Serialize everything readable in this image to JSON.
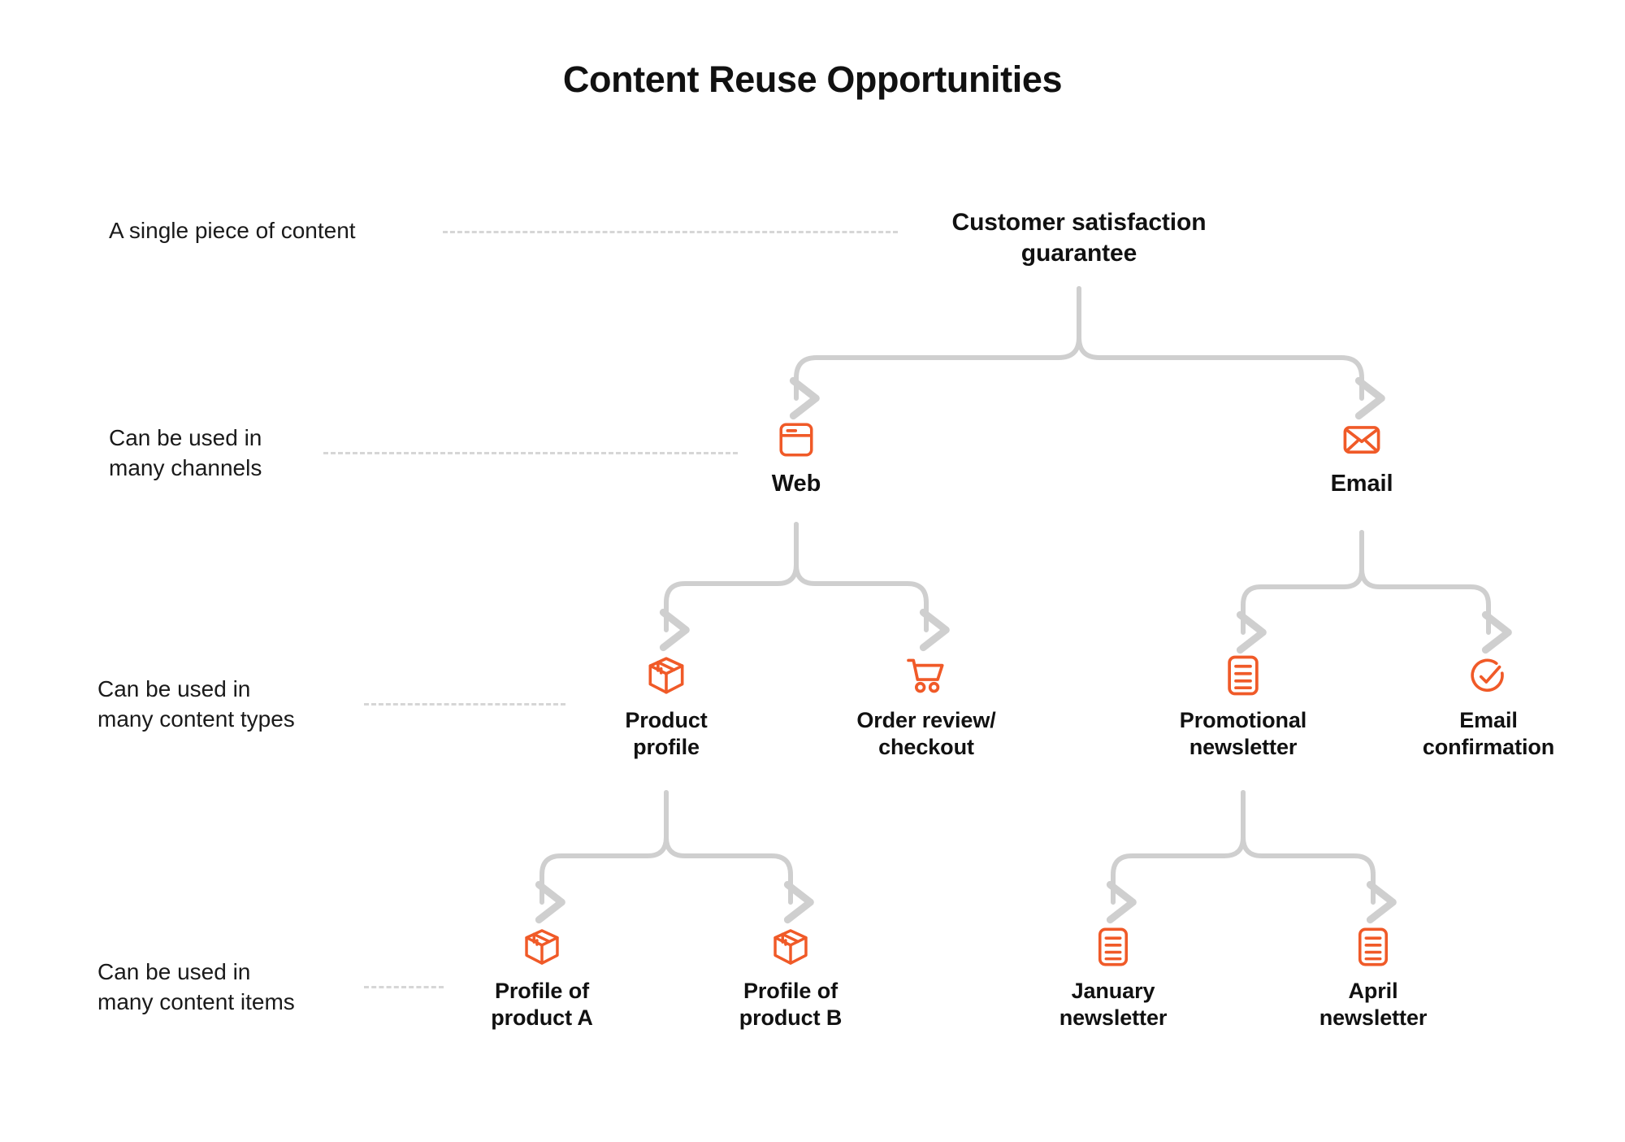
{
  "title": "Content Reuse Opportunities",
  "colors": {
    "accent": "#F05A28",
    "connector": "#cfcfcf",
    "leader": "#d6d6d6",
    "text": "#111111",
    "background": "#ffffff"
  },
  "row_labels": [
    {
      "id": "row-single-content",
      "text": "A single piece of content"
    },
    {
      "id": "row-channels",
      "text": "Can be used in\nmany channels"
    },
    {
      "id": "row-content-types",
      "text": "Can be used in\nmany content types"
    },
    {
      "id": "row-content-items",
      "text": "Can be used in\nmany content items"
    }
  ],
  "nodes": {
    "root": {
      "label": "Customer satisfaction\nguarantee",
      "icon": "none"
    },
    "channels": [
      {
        "id": "web",
        "label": "Web",
        "icon": "browser-window-icon"
      },
      {
        "id": "email",
        "label": "Email",
        "icon": "envelope-icon"
      }
    ],
    "content_types": [
      {
        "id": "product-profile",
        "label": "Product\nprofile",
        "icon": "package-box-icon"
      },
      {
        "id": "order-review-checkout",
        "label": "Order review/\ncheckout",
        "icon": "shopping-cart-icon"
      },
      {
        "id": "promotional-newsletter",
        "label": "Promotional\nnewsletter",
        "icon": "document-lines-icon"
      },
      {
        "id": "email-confirmation",
        "label": "Email\nconfirmation",
        "icon": "check-circle-icon"
      }
    ],
    "content_items": [
      {
        "id": "profile-product-a",
        "label": "Profile of\nproduct A",
        "icon": "package-box-icon"
      },
      {
        "id": "profile-product-b",
        "label": "Profile of\nproduct B",
        "icon": "package-box-icon"
      },
      {
        "id": "january-newsletter",
        "label": "January\nnewsletter",
        "icon": "document-lines-icon"
      },
      {
        "id": "april-newsletter",
        "label": "April\nnewsletter",
        "icon": "document-lines-icon"
      }
    ]
  },
  "chart_data": {
    "type": "diagram",
    "title": "Content Reuse Opportunities",
    "layout": "top-down hierarchy tree, 4 levels, dashed leader lines to left-hand row descriptions",
    "levels": [
      {
        "level": 1,
        "description": "A single piece of content",
        "items": [
          "Customer satisfaction guarantee"
        ]
      },
      {
        "level": 2,
        "description": "Can be used in many channels",
        "items": [
          "Web",
          "Email"
        ]
      },
      {
        "level": 3,
        "description": "Can be used in many content types",
        "items": [
          "Product profile",
          "Order review/ checkout",
          "Promotional newsletter",
          "Email confirmation"
        ]
      },
      {
        "level": 4,
        "description": "Can be used in many content items",
        "items": [
          "Profile of product A",
          "Profile of product B",
          "January newsletter",
          "April newsletter"
        ]
      }
    ],
    "edges": [
      {
        "from": "Customer satisfaction guarantee",
        "to": "Web"
      },
      {
        "from": "Customer satisfaction guarantee",
        "to": "Email"
      },
      {
        "from": "Web",
        "to": "Product profile"
      },
      {
        "from": "Web",
        "to": "Order review/ checkout"
      },
      {
        "from": "Email",
        "to": "Promotional newsletter"
      },
      {
        "from": "Email",
        "to": "Email confirmation"
      },
      {
        "from": "Product profile",
        "to": "Profile of product A"
      },
      {
        "from": "Product profile",
        "to": "Profile of product B"
      },
      {
        "from": "Promotional newsletter",
        "to": "January newsletter"
      },
      {
        "from": "Promotional newsletter",
        "to": "April newsletter"
      }
    ]
  }
}
